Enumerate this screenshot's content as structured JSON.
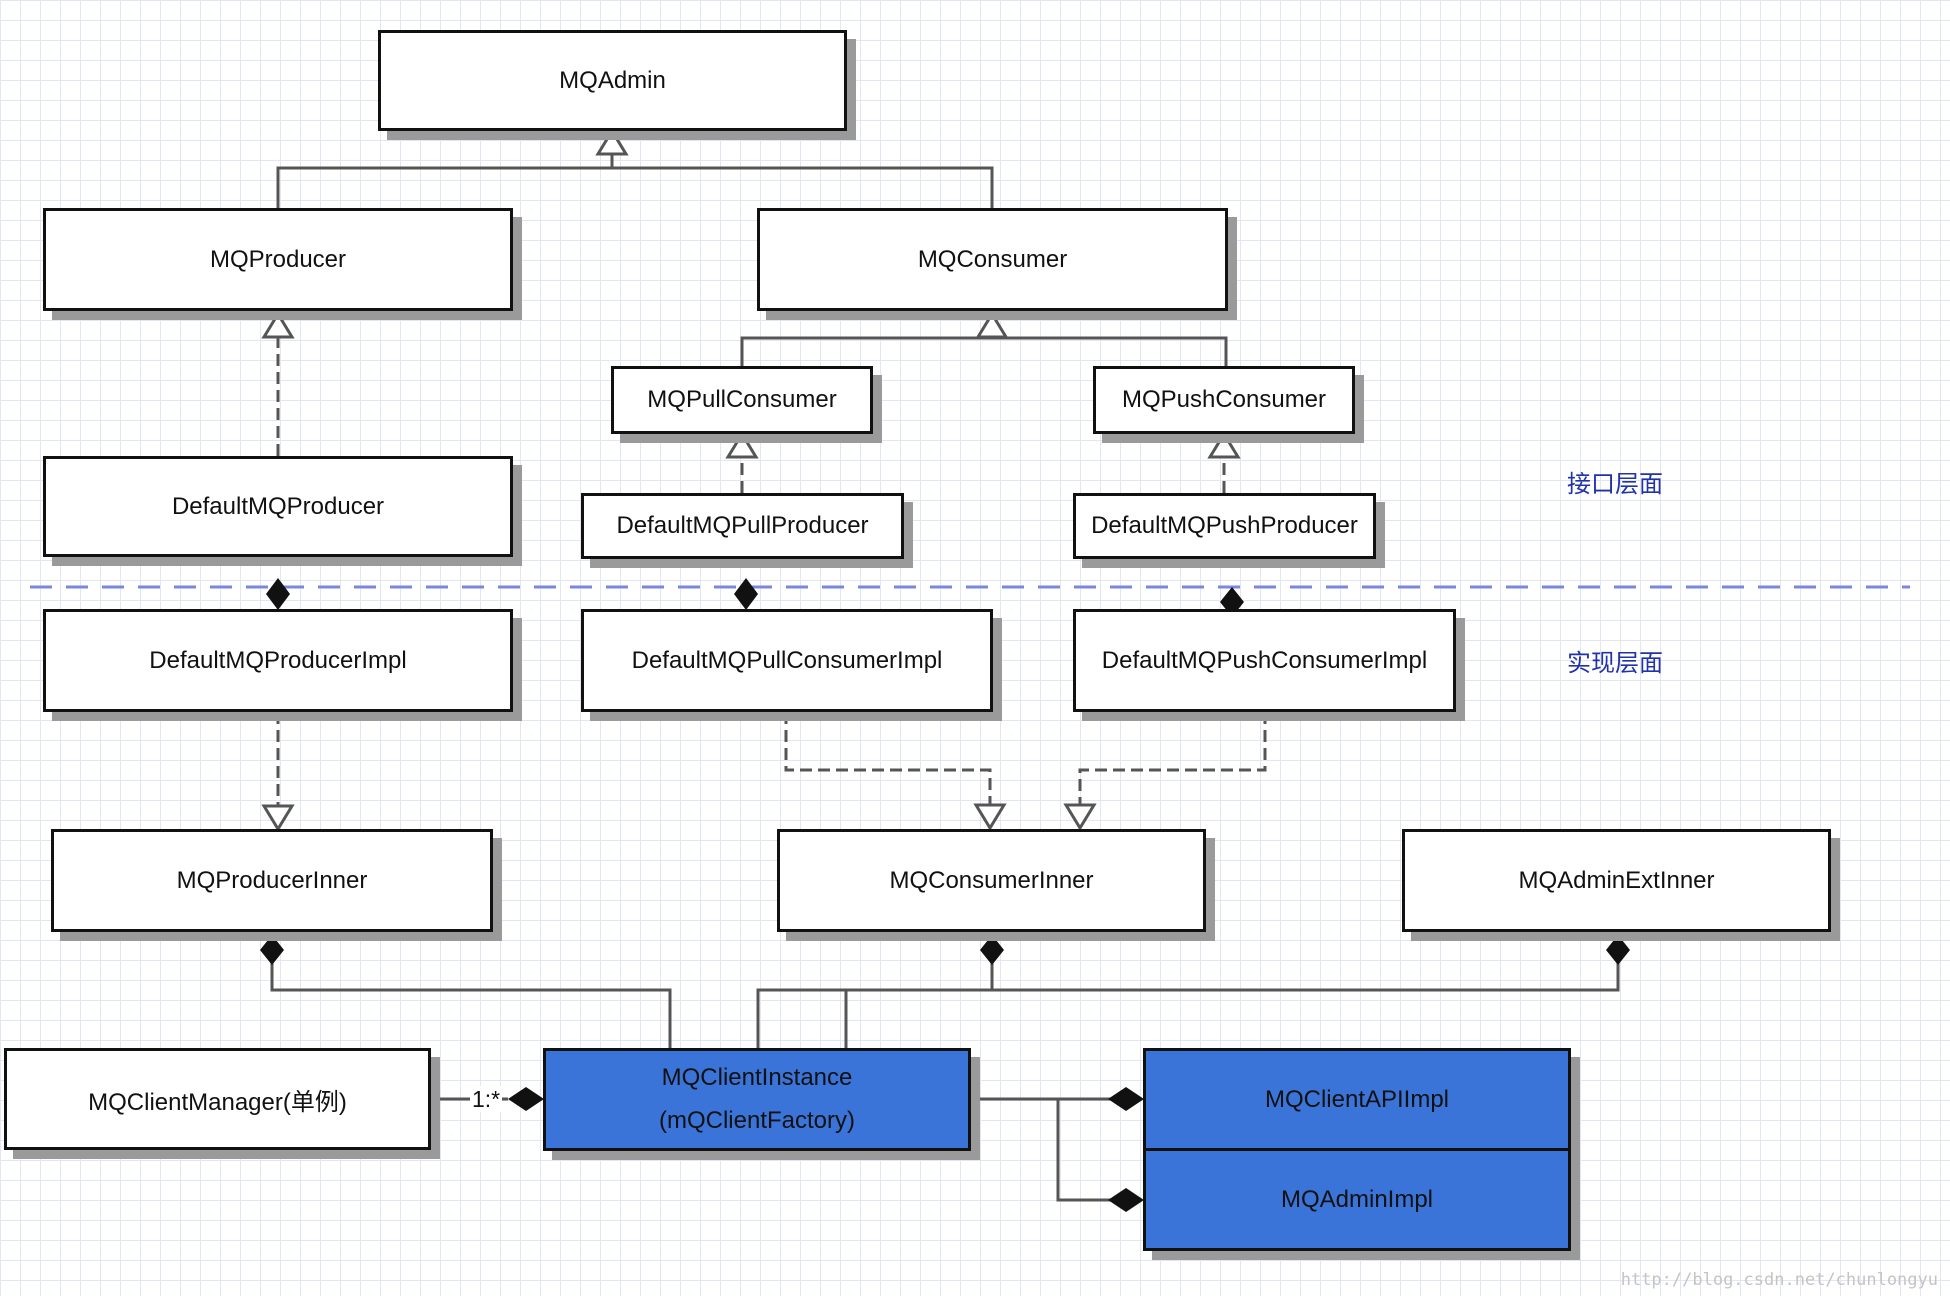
{
  "nodes": {
    "mqadmin": "MQAdmin",
    "mqproducer": "MQProducer",
    "mqconsumer": "MQConsumer",
    "mqpullconsumer": "MQPullConsumer",
    "mqpushconsumer": "MQPushConsumer",
    "defaultmqproducer": "DefaultMQProducer",
    "defaultmqpullproducer": "DefaultMQPullProducer",
    "defaultmqpushproducer": "DefaultMQPushProducer",
    "defaultmqproducerimpl": "DefaultMQProducerImpl",
    "defaultmqpullconsumerimpl": "DefaultMQPullConsumerImpl",
    "defaultmqpushconsumerimpl": "DefaultMQPushConsumerImpl",
    "mqproducerinner": "MQProducerInner",
    "mqconsumerinner": "MQConsumerInner",
    "mqadminextinner": "MQAdminExtInner",
    "mqclientmanager": "MQClientManager(单例)",
    "mqclientinstance_line1": "MQClientInstance",
    "mqclientinstance_line2": "(mQClientFactory)",
    "mqclientapiimpl": "MQClientAPIImpl",
    "mqadminimpl": "MQAdminImpl"
  },
  "zones": {
    "interface_layer": "接口层面",
    "implementation_layer": "实现层面"
  },
  "multiplicity": "1:*",
  "watermark": "http://blog.csdn.net/chunlongyu",
  "colors": {
    "box_fill": "#ffffff",
    "highlight_fill": "#3a74d8",
    "zone_label": "#2233aa",
    "separator": "#7b86e0",
    "edge": "#555555"
  }
}
